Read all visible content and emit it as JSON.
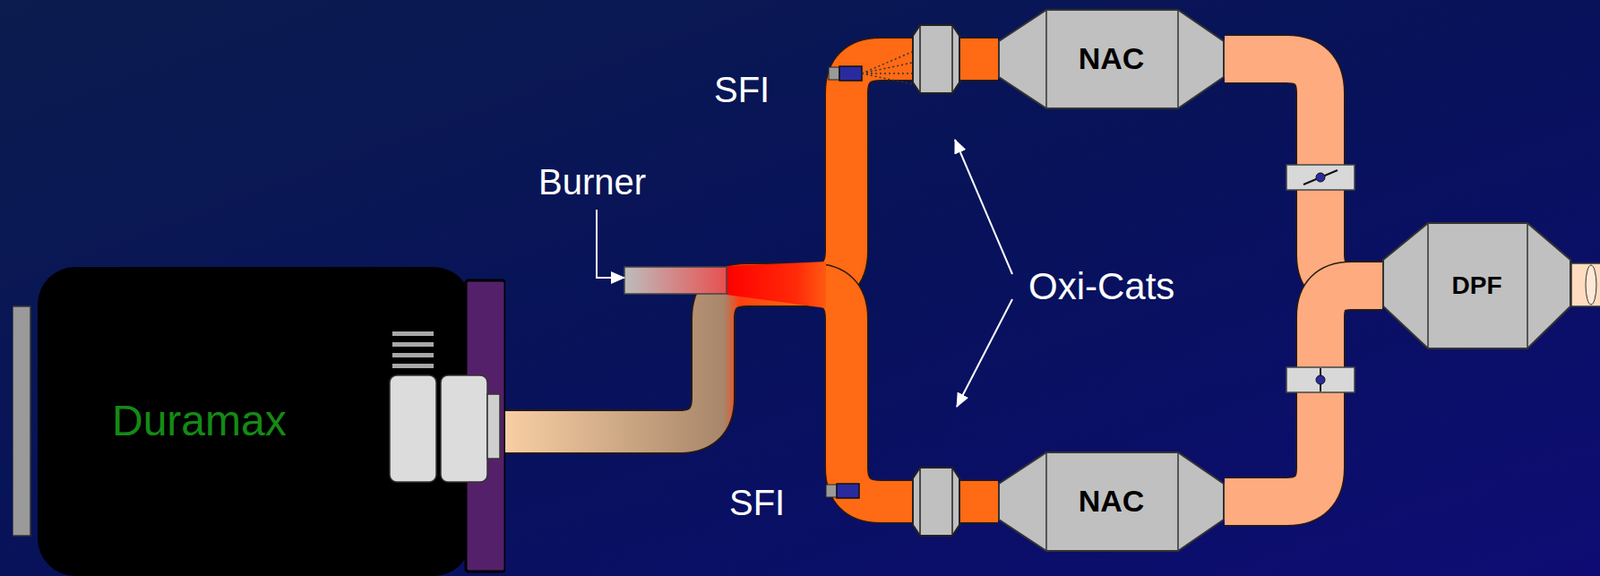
{
  "diagram": {
    "nodes": [
      {
        "text": [
          "Duramax"
        ]
      },
      {
        "text": [
          "NAC"
        ]
      },
      {
        "text": [
          "NAC"
        ]
      },
      {
        "text": [
          "DPF"
        ]
      }
    ],
    "edges": [
      {
        "from": 0,
        "to": 1,
        "arrow": "none"
      },
      {
        "from": 0,
        "to": 2,
        "arrow": "none"
      },
      {
        "from": 1,
        "to": 3,
        "arrow": "none"
      },
      {
        "from": 2,
        "to": 3,
        "arrow": "none"
      }
    ],
    "labels": [
      "Burner",
      "SFI",
      "SFI",
      "Oxi-Cats"
    ]
  }
}
